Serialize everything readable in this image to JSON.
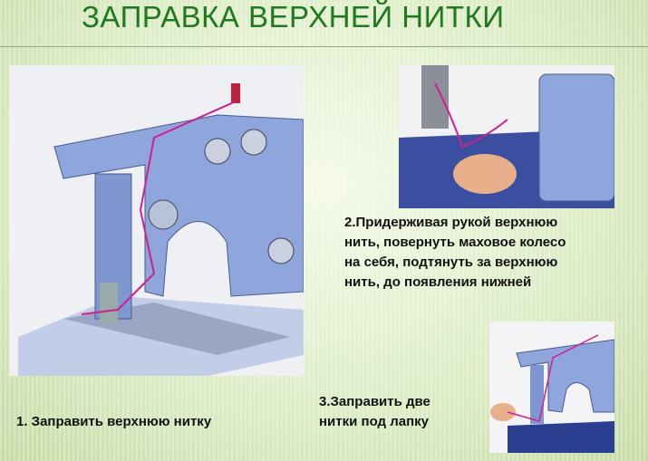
{
  "title": "ЗАПРАВКА ВЕРХНЕЙ НИТКИ",
  "steps": [
    {
      "text": "1. Заправить верхнюю нитку"
    },
    {
      "lines": [
        "2.Придерживая рукой верхнюю",
        "нить, повернуть маховое колесо",
        "на себя, подтянуть за верхнюю",
        "нить, до появления нижней"
      ]
    },
    {
      "lines": [
        "3.Заправить две",
        "нитки под лапку"
      ]
    }
  ],
  "colors": {
    "title": "#1f7a1f",
    "machine": "#8fa6dc",
    "thread": "#d02090"
  }
}
